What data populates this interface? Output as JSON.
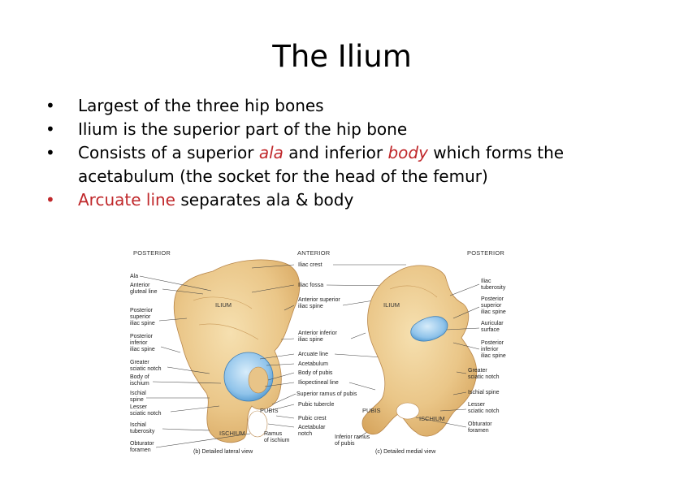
{
  "title": "The Ilium",
  "bullets": {
    "b1": "Largest of the three hip bones",
    "b2": "Ilium is the superior part of the hip bone",
    "b3_pre": "Consists of a superior ",
    "b3_ala": "ala",
    "b3_mid": " and inferior ",
    "b3_body": "body",
    "b3_post": " which forms the acetabulum (the socket for the head of the femur)",
    "b4_red": "Arcuate line",
    "b4_rest": " separates ala & body",
    "dot": "•"
  },
  "figure": {
    "headers": {
      "left": "POSTERIOR",
      "center": "ANTERIOR",
      "right": "POSTERIOR"
    },
    "bone_labels": {
      "ilium_l": "ILIUM",
      "pubis_l": "PUBIS",
      "ischium_l": "ISCHIUM",
      "ilium_r": "ILIUM",
      "pubis_r": "PUBIS",
      "ischium_r": "ISCHIUM"
    },
    "left_labels": [
      "Ala",
      "Anterior",
      "gluteal line",
      "Posterior",
      "superior",
      "iliac spine",
      "Posterior",
      "inferior",
      "iliac spine",
      "Greater",
      "sciatic notch",
      "Body of",
      "ischium",
      "Ischial",
      "spine",
      "Lesser",
      "sciatic notch",
      "Ischial",
      "tuberosity",
      "Obturator",
      "foramen"
    ],
    "center_labels": [
      "Iliac crest",
      "Iliac fossa",
      "Anterior superior",
      "iliac spine",
      "Anterior inferior",
      "iliac spine",
      "Arcuate line",
      "Acetabulum",
      "Body of pubis",
      "Iliopectineal line",
      "Superior ramus of pubis",
      "Pubic tubercle",
      "Pubic crest",
      "Acetabular",
      "notch",
      "Ramus",
      "of ischium",
      "Inferior ramus",
      "of pubis"
    ],
    "right_labels": [
      "Iliac",
      "tuberosity",
      "Posterior",
      "superior",
      "iliac spine",
      "Auricular",
      "surface",
      "Posterior",
      "inferior",
      "iliac spine",
      "Greater",
      "sciatic notch",
      "Ischial spine",
      "Lesser",
      "sciatic notch",
      "Obturator",
      "foramen"
    ],
    "captions": {
      "left": "(b) Detailed lateral view",
      "right": "(c) Detailed medial view"
    }
  }
}
